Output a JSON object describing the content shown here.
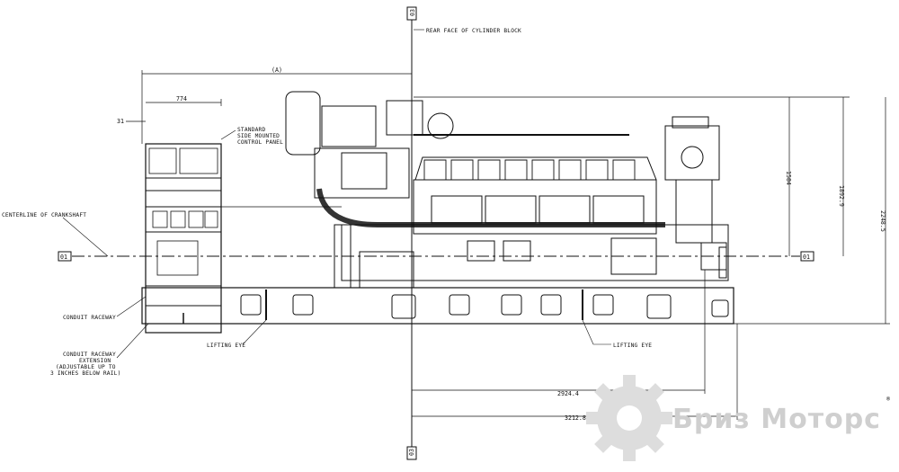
{
  "labels": {
    "rear_face": "REAR FACE OF CYLINDER BLOCK",
    "standard_panel": [
      "STANDARD",
      "SIDE MOUNTED",
      "CONTROL PANEL"
    ],
    "centerline": "CENTERLINE OF CRANKSHAFT",
    "conduit_raceway": "CONDUIT RACEWAY",
    "conduit_ext": [
      "CONDUIT RACEWAY",
      "EXTENSION",
      "(ADJUSTABLE UP TO",
      "3 INCHES BELOW RAIL)"
    ],
    "lifting_eye_left": "LIFTING EYE",
    "lifting_eye_right": "LIFTING EYE"
  },
  "dims": {
    "a": "(A)",
    "d774": "774",
    "d31": "31",
    "d1584": "1584",
    "d18929": "1892.9",
    "d22485": "2248.5",
    "d29244": "2924.4",
    "d32128": "3212.8"
  },
  "tags": {
    "top": "03",
    "bottom": "03",
    "left": "01",
    "right": "01"
  },
  "watermark": {
    "text": "Бриз Моторс",
    "registered": "®"
  }
}
